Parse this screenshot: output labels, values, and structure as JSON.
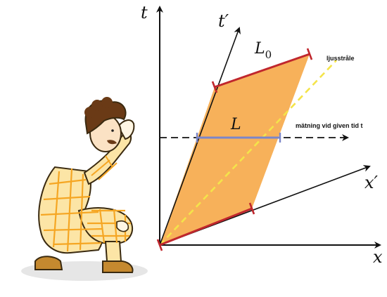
{
  "labels": {
    "t": "t",
    "t_prime": "t′",
    "x": "x",
    "x_prime": "x′",
    "L0": "L",
    "L0_sub": "0",
    "L": "L",
    "light_ray": "ljusstråle",
    "measurement": "mätning vid given tid t"
  },
  "colors": {
    "slab_fill": "#f7b15a",
    "rod_ends": "#c0272d",
    "light_ray": "#f4e44a",
    "length_L": "#7b86c9",
    "suit": "#f5c34a",
    "shoes": "#c5892f"
  }
}
